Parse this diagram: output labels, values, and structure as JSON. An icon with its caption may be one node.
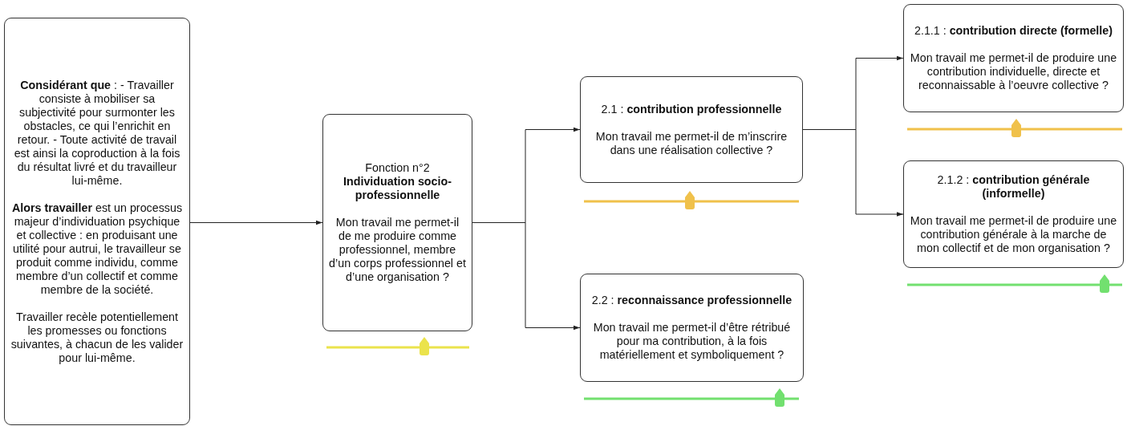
{
  "diagram": {
    "nodes": [
      {
        "text": [
          "**Considérant que** : - Travailler consiste à mobiliser sa subjectivité pour surmonter les obstacles, ce qui l’enrichit en retour. - Toute activité de travail est ainsi la coproduction à la fois du résultat livré et du travailleur lui-même.",
          "**Alors travailler** est un processus majeur d’individuation psychique et collective : en produisant une utilité pour autrui, le travailleur se produit comme individu, comme membre d’un collectif et comme membre de la société.",
          "Travailler recèle potentiellement les promesses ou fonctions suivantes, à chacun de les valider pour lui-même."
        ]
      },
      {
        "text": [
          "Fonction n°2",
          "**Individuation socio-professionnelle**",
          "Mon travail me permet-il de me produire comme professionnel, membre d’un corps professionnel et d’une organisation ?"
        ]
      },
      {
        "text": [
          "2.1 : **contribution professionnelle**",
          "Mon travail me permet-il de m’inscrire dans une réalisation collective ?"
        ]
      },
      {
        "text": [
          "2.2 : **reconnaissance professionnelle**",
          "Mon travail me permet-il d’être rétribué pour ma contribution, à la fois matériellement et symboliquement ?"
        ]
      },
      {
        "text": [
          "2.1.1 : **contribution directe (formelle)**",
          "Mon travail me permet-il de produire une contribution individuelle, directe et reconnaissable à l’oeuvre collective ?"
        ]
      },
      {
        "text": [
          "2.1.2 : **contribution générale (informelle)**",
          "Mon travail me permet-il de produire une contribution générale à la marche de mon collectif et de mon organisation ?"
        ]
      }
    ],
    "edges": [
      {
        "from": 0,
        "to": 1,
        "arrow": "to"
      },
      {
        "from": 1,
        "to": 2,
        "arrow": "to"
      },
      {
        "from": 1,
        "to": 3,
        "arrow": "to"
      },
      {
        "from": 2,
        "to": 4,
        "arrow": "to"
      },
      {
        "from": 2,
        "to": 5,
        "arrow": "to"
      }
    ]
  }
}
